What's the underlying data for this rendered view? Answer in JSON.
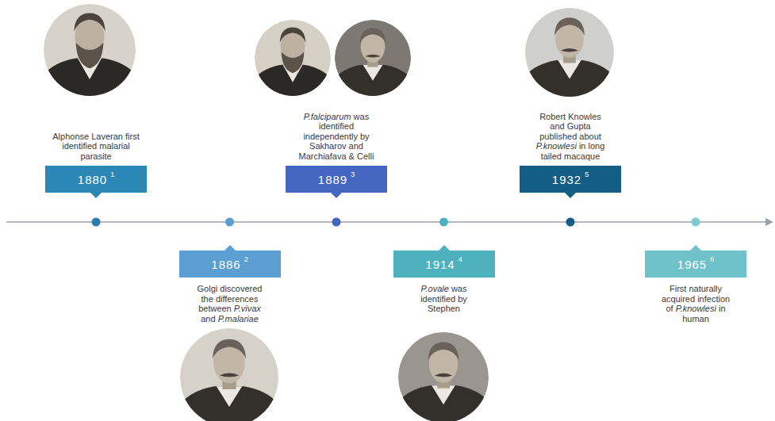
{
  "diagram": {
    "nodes": [
      {
        "text": [
          "1880",
          "1"
        ]
      },
      {
        "text": [
          "1886",
          "2"
        ]
      },
      {
        "text": [
          "1889",
          "3"
        ]
      },
      {
        "text": [
          "1914",
          "4"
        ]
      },
      {
        "text": [
          "1932",
          "5"
        ]
      },
      {
        "text": [
          "1965",
          "6"
        ]
      }
    ],
    "labels": [
      "Alphonse Laveran first identified malarial parasite",
      "Golgi discovered the differences between P.vivax and P.malariae",
      "P.falciparum was identified independently by Sakharov and Marchiafava & Celli",
      "P.ovale was identified by Stephen",
      "Robert Knowles and Gupta published about P.knowlesi in long tailed macaque",
      "First naturally acquired infection of P.knowlesi in human"
    ]
  }
}
